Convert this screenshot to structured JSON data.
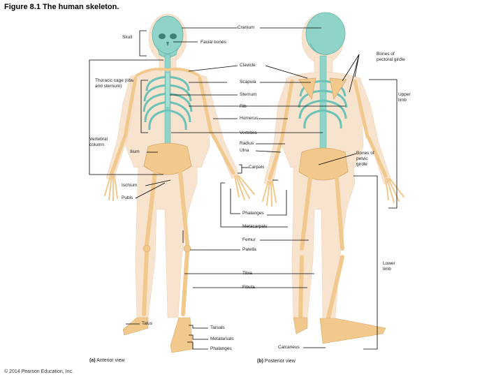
{
  "figure": {
    "title": "Figure 8.1 The human skeleton.",
    "caption_anterior_letter": "(a)",
    "caption_anterior": "Anterior view",
    "caption_posterior_letter": "(b)",
    "caption_posterior": "Posterior view",
    "copyright": "© 2014 Pearson Education, Inc."
  },
  "labels": {
    "cranium": "Cranium",
    "skull": "Skull",
    "facial_bones": "Facial bones",
    "bones_pectoral": "Bones of pectoral girdle",
    "clavicle": "Clavicle",
    "thoracic_cage": "Thoracic cage (ribs and sternum)",
    "scapula": "Scapula",
    "upper_limb": "Upper limb",
    "sternum": "Sternum",
    "rib": "Rib",
    "humerus": "Humerus",
    "vertebra": "Vertebra",
    "vertebral_column": "Vertebral column",
    "radius": "Radius",
    "ulna": "Ulna",
    "ilium": "Ilium",
    "bones_pelvic": "Bones of pelvic girdle",
    "carpals": "Carpals",
    "ischium": "Ischium",
    "pubis": "Pubis",
    "phalanges_hand": "Phalanges",
    "metacarpals": "Metacarpals",
    "femur": "Femur",
    "patella": "Patella",
    "lower_limb": "Lower limb",
    "tibia": "Tibia",
    "fibula": "Fibula",
    "talus": "Talus",
    "tarsals": "Tarsals",
    "metatarsals": "Metatarsals",
    "phalanges_foot": "Phalanges",
    "calcaneus": "Calcaneus"
  },
  "colors": {
    "skin": "#f8e3cf",
    "bone": "#f2c98c",
    "axial": "#8fd3c9",
    "axial_dark": "#5fb3a8",
    "leader": "#000000"
  }
}
